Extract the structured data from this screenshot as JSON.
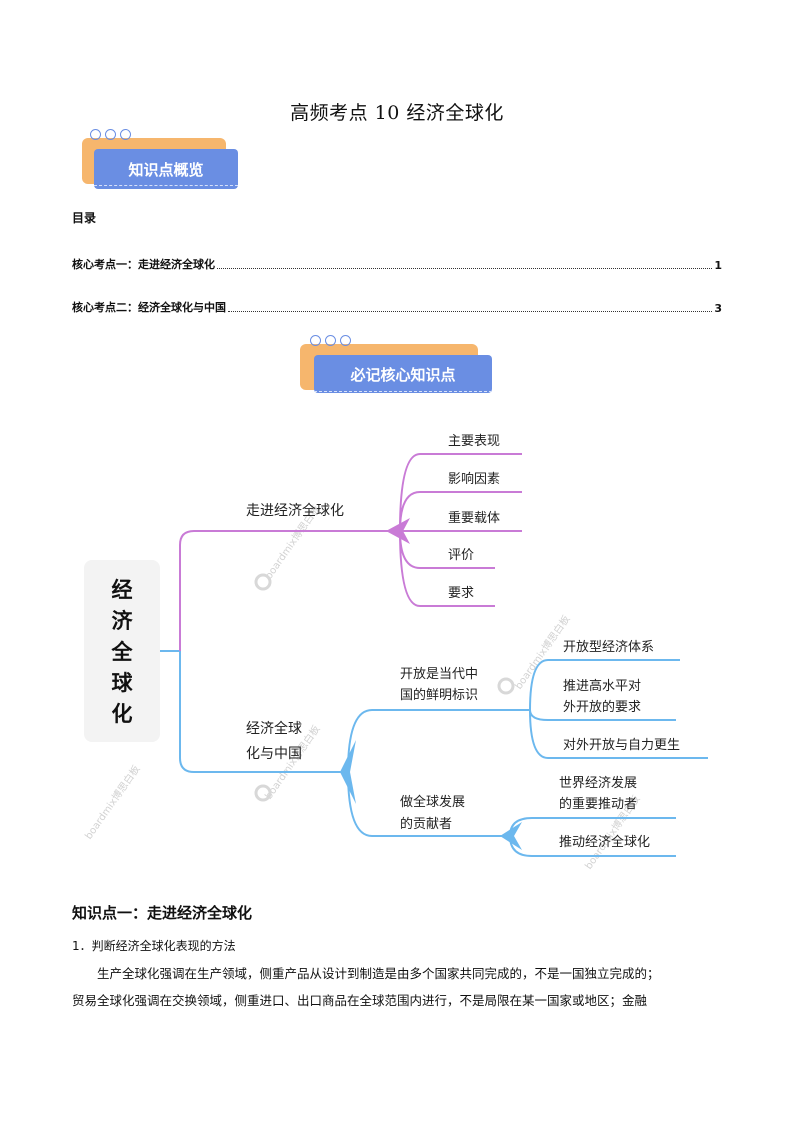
{
  "title": "高频考点 10  经济全球化",
  "banner1": "知识点概览",
  "banner2": "必记核心知识点",
  "toc": {
    "heading": "目录",
    "items": [
      {
        "label": "核心考点一：走进经济全球化",
        "page": "1"
      },
      {
        "label": "核心考点二：经济全球化与中国",
        "page": "3"
      }
    ]
  },
  "mindmap": {
    "root": [
      "经",
      "济",
      "全",
      "球",
      "化"
    ],
    "branch1": {
      "label": "走进经济全球化",
      "color": "#c97bd6",
      "leaves": [
        "主要表现",
        "影响因素",
        "重要载体",
        "评价",
        "要求"
      ]
    },
    "branch2": {
      "label": [
        "经济全球",
        "化与中国"
      ],
      "color": "#6cb8ee",
      "sub1": {
        "label": [
          "开放是当代中",
          "国的鲜明标识"
        ],
        "leaves": [
          [
            "开放型经济体系"
          ],
          [
            "推进高水平对",
            "外开放的要求"
          ],
          [
            "对外开放与自力更生"
          ]
        ]
      },
      "sub2": {
        "label": [
          "做全球发展",
          "的贡献者"
        ],
        "leaves": [
          [
            "世界经济发展",
            "的重要推动者"
          ],
          [
            "推动经济全球化"
          ]
        ]
      }
    },
    "watermark": "boardmix博思白板"
  },
  "section": {
    "heading": "知识点一：走进经济全球化",
    "sub": "1．判断经济全球化表现的方法",
    "lines": [
      "生产全球化强调在生产领域，侧重产品从设计到制造是由多个国家共同完成的，不是一国独立完成的；",
      "贸易全球化强调在交换领域，侧重进口、出口商品在全球范围内进行，不是局限在某一国家或地区；金融"
    ]
  }
}
